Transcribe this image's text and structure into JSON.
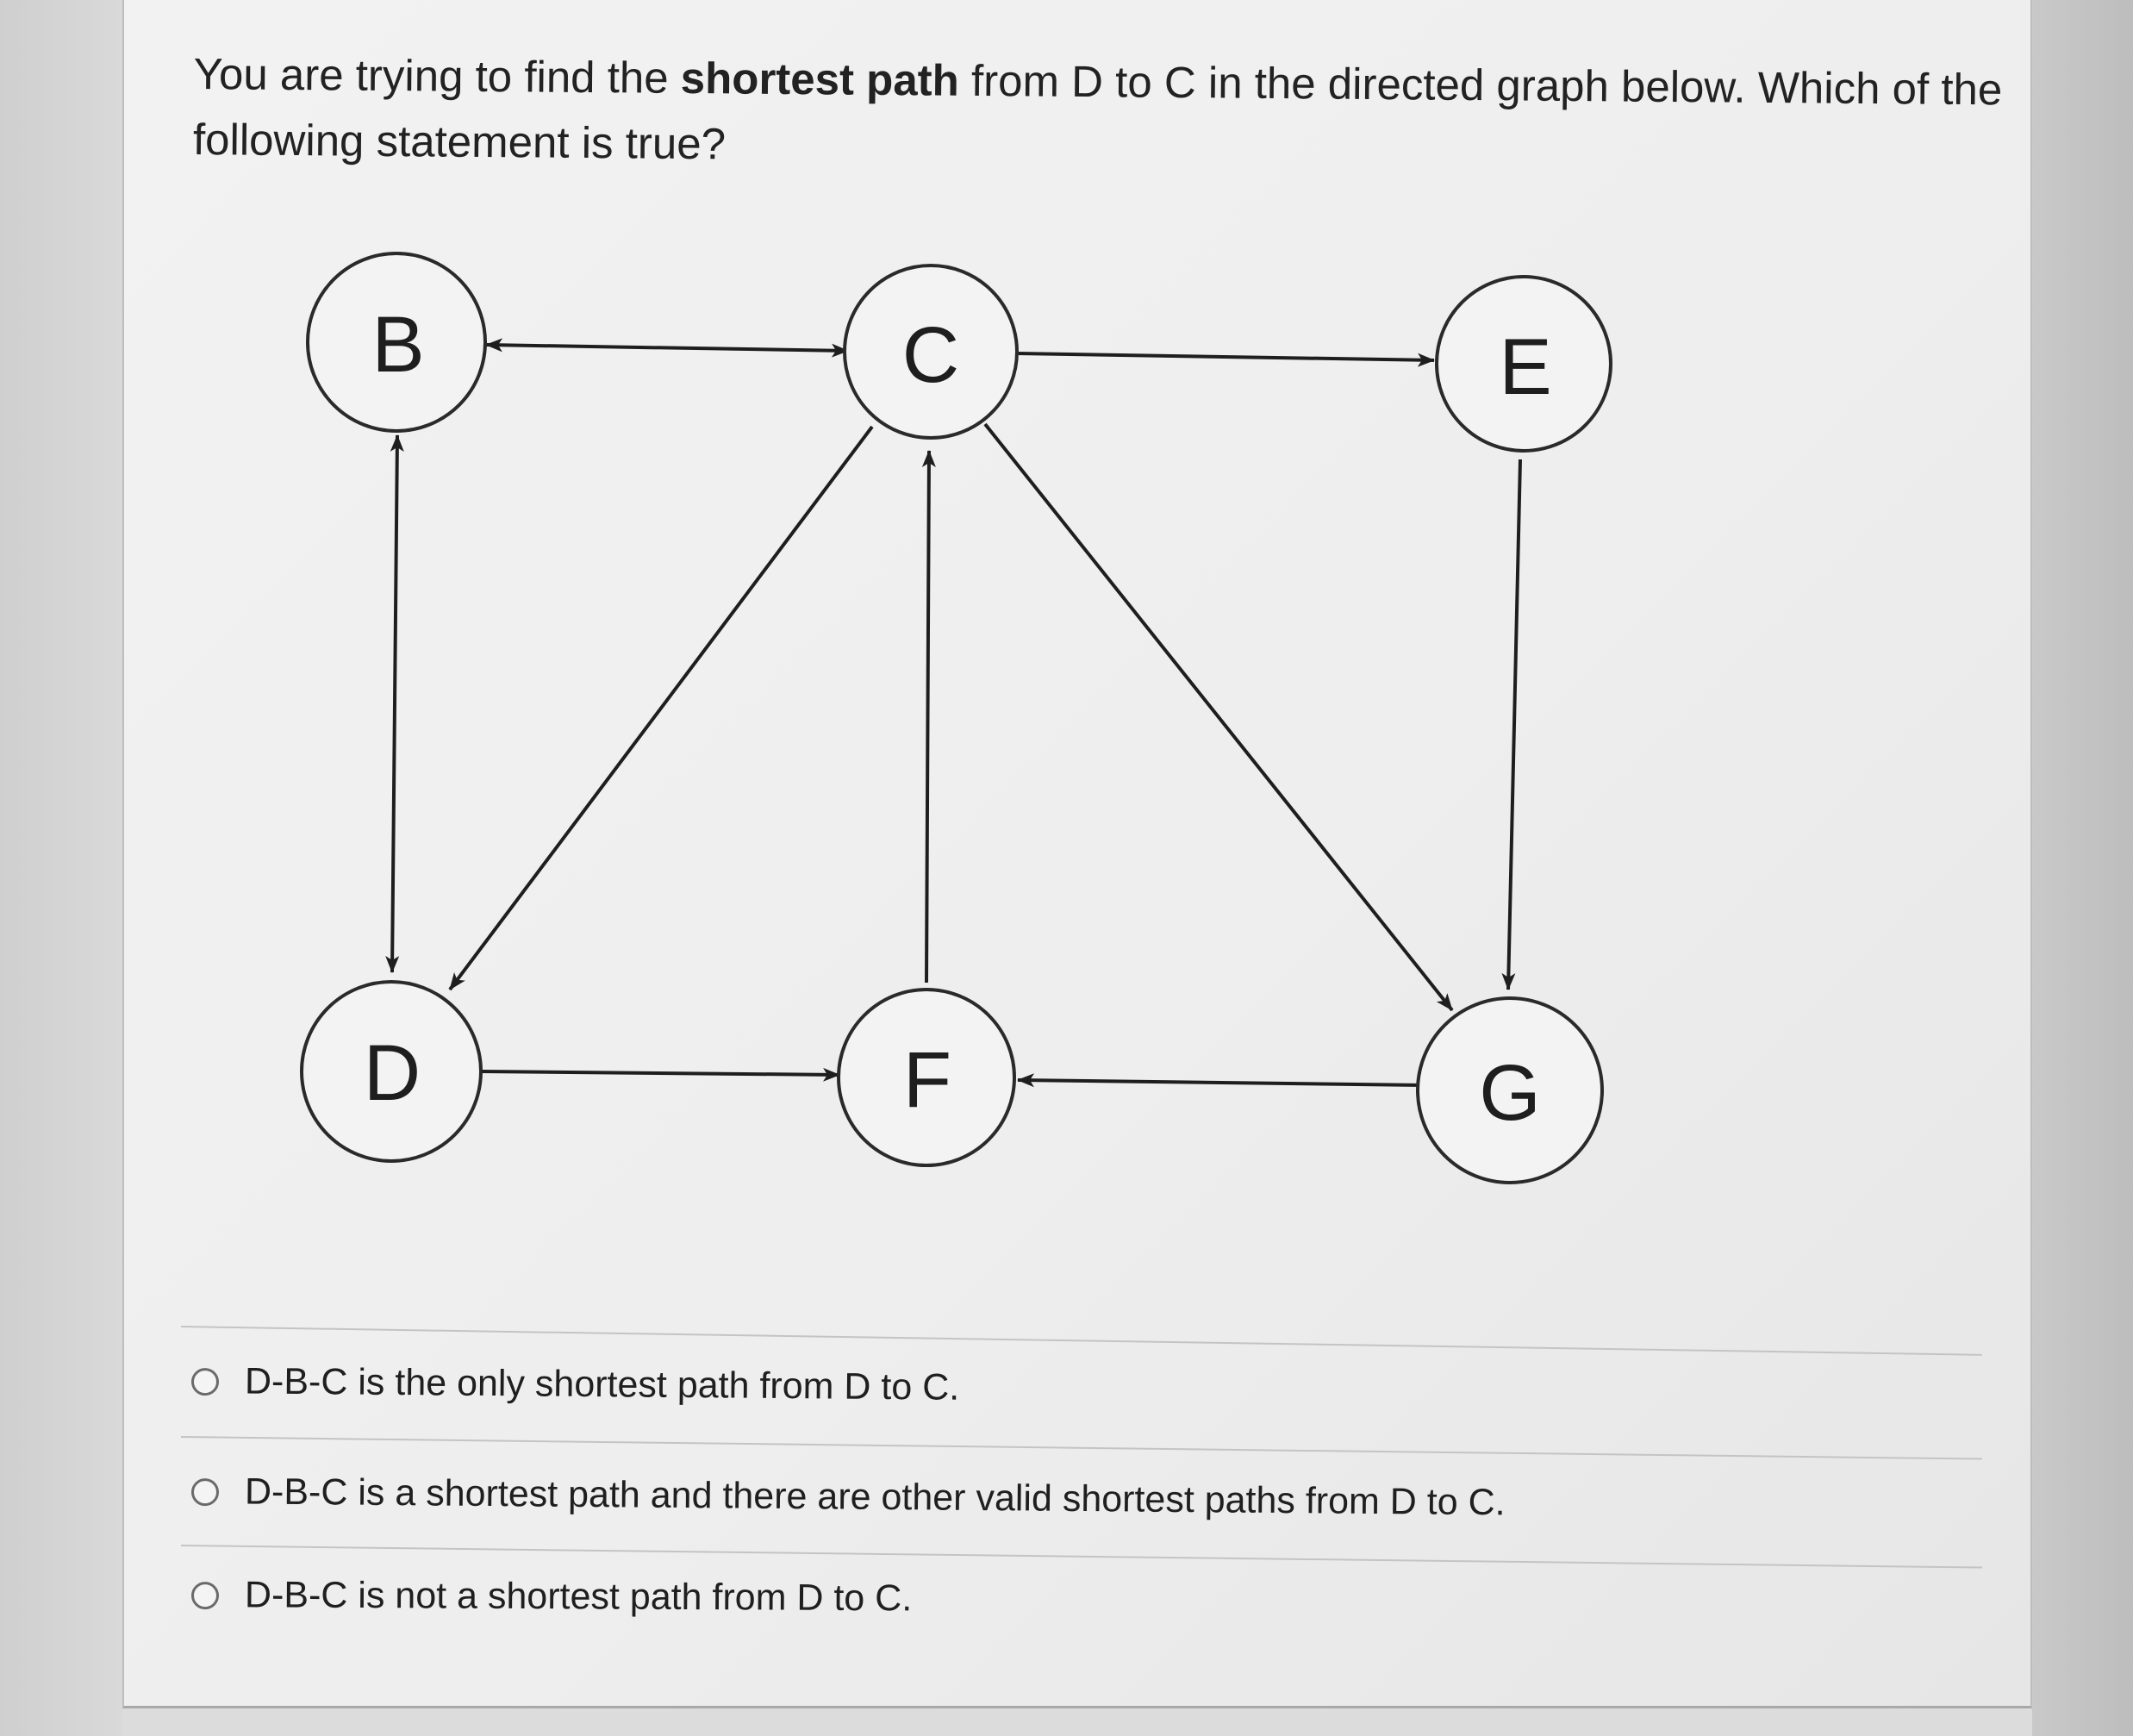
{
  "question": {
    "text_before": "You are trying to find the ",
    "bold": "shortest path",
    "text_after": " from D to C in the directed graph below. Which of the following statement is true?"
  },
  "graph": {
    "nodes": {
      "B": "B",
      "C": "C",
      "E": "E",
      "D": "D",
      "F": "F",
      "G": "G"
    },
    "edges": [
      {
        "from": "B",
        "to": "C",
        "bidirectional": true
      },
      {
        "from": "C",
        "to": "E",
        "bidirectional": false
      },
      {
        "from": "B",
        "to": "D",
        "bidirectional": true
      },
      {
        "from": "C",
        "to": "D",
        "bidirectional": false
      },
      {
        "from": "F",
        "to": "C",
        "bidirectional": false
      },
      {
        "from": "C",
        "to": "G",
        "bidirectional": false
      },
      {
        "from": "E",
        "to": "G",
        "bidirectional": false
      },
      {
        "from": "D",
        "to": "F",
        "bidirectional": false
      },
      {
        "from": "G",
        "to": "F",
        "bidirectional": false
      }
    ]
  },
  "options": [
    {
      "label": "D-B-C is the only shortest path from D to C."
    },
    {
      "label": "D-B-C is a shortest path and there are other valid shortest paths from D to C."
    },
    {
      "label": "D-B-C is not a shortest path from D to C."
    }
  ],
  "colors": {
    "card_background": "#efefef",
    "stroke": "#1e1e1e",
    "radio_border": "#6a6a6a"
  }
}
